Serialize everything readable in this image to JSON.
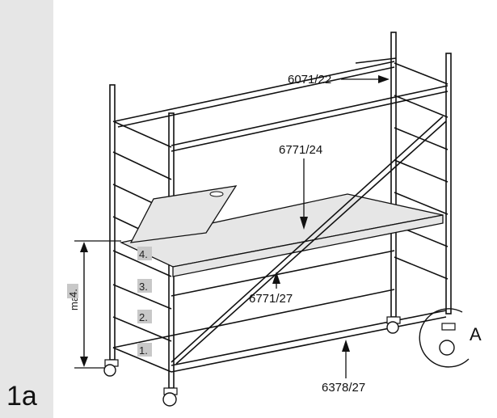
{
  "figure": {
    "number": "1a",
    "band_color": "#e6e6e6",
    "label_box_color": "#c8c8c8"
  },
  "part_labels": {
    "guardrail": "6071/22",
    "platform": "6771/24",
    "diagonal": "6771/27",
    "base_brace": "6378/27"
  },
  "height_annotation": {
    "text": "max.",
    "level_box": "4."
  },
  "levels": [
    "1.",
    "2.",
    "3.",
    "4."
  ],
  "detail_callout": {
    "letter": "A"
  }
}
